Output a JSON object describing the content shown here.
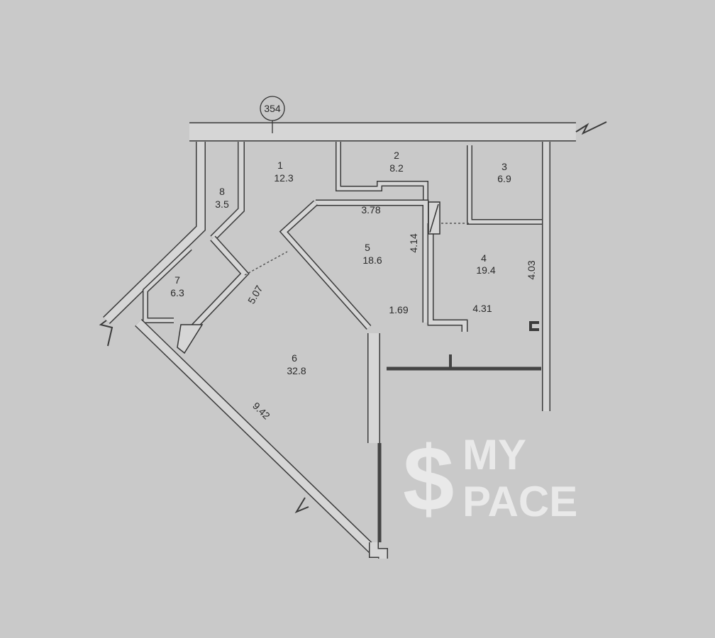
{
  "plan": {
    "section_marker": "354",
    "rooms": [
      {
        "number": "1",
        "area": "12.3"
      },
      {
        "number": "2",
        "area": "8.2"
      },
      {
        "number": "3",
        "area": "6.9"
      },
      {
        "number": "4",
        "area": "19.4"
      },
      {
        "number": "5",
        "area": "18.6"
      },
      {
        "number": "6",
        "area": "32.8"
      },
      {
        "number": "7",
        "area": "6.3"
      },
      {
        "number": "8",
        "area": "3.5"
      }
    ],
    "dimensions": [
      "3.78",
      "4.14",
      "4.03",
      "4.31",
      "1.69",
      "5.07",
      "9.42"
    ]
  },
  "watermark": {
    "symbol": "$",
    "line1": "MY",
    "line2": "PACE",
    "color": "#ffffff"
  },
  "colors": {
    "background": "#c9c9c9",
    "wall_line": "#3a3a3a",
    "wall_fill": "#d6d6d6"
  }
}
